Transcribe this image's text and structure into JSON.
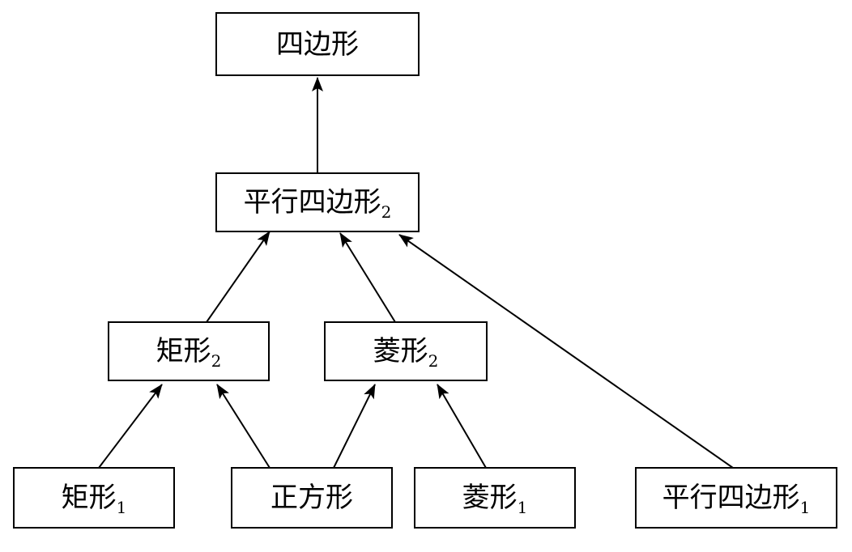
{
  "nodes": {
    "quadrilateral": {
      "label": "四边形",
      "sub": ""
    },
    "parallelogram_2": {
      "label": "平行四边形",
      "sub": "2"
    },
    "rectangle_2": {
      "label": "矩形",
      "sub": "2"
    },
    "rhombus_2": {
      "label": "菱形",
      "sub": "2"
    },
    "rectangle_1": {
      "label": "矩形",
      "sub": "1"
    },
    "square": {
      "label": "正方形",
      "sub": ""
    },
    "rhombus_1": {
      "label": "菱形",
      "sub": "1"
    },
    "parallelogram_1": {
      "label": "平行四边形",
      "sub": "1"
    }
  },
  "edges": [
    {
      "from": "parallelogram_2",
      "to": "quadrilateral"
    },
    {
      "from": "rectangle_2",
      "to": "parallelogram_2"
    },
    {
      "from": "rhombus_2",
      "to": "parallelogram_2"
    },
    {
      "from": "parallelogram_1",
      "to": "parallelogram_2"
    },
    {
      "from": "rectangle_1",
      "to": "rectangle_2"
    },
    {
      "from": "square",
      "to": "rectangle_2"
    },
    {
      "from": "square",
      "to": "rhombus_2"
    },
    {
      "from": "rhombus_1",
      "to": "rhombus_2"
    }
  ],
  "colors": {
    "stroke": "#000000",
    "background": "#ffffff"
  }
}
